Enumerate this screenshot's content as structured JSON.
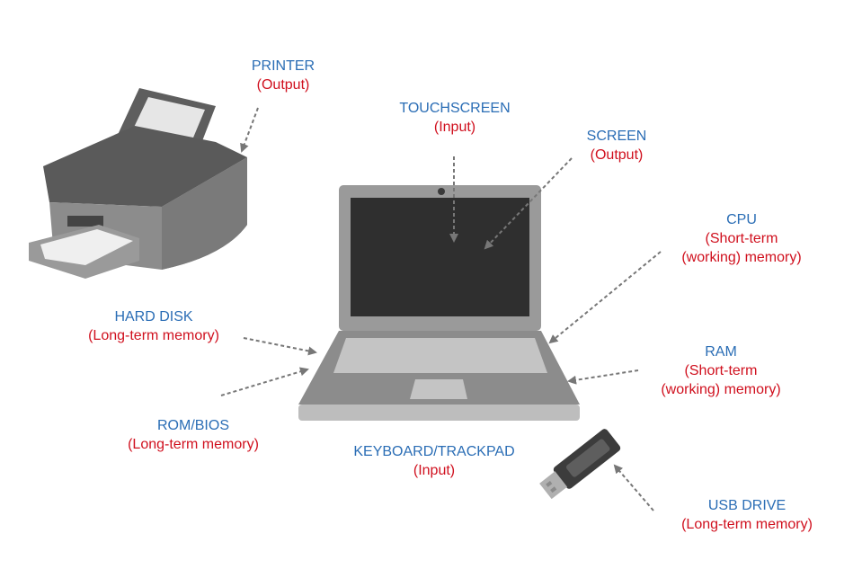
{
  "colors": {
    "title": "#2a6db5",
    "role": "#d0101e",
    "arrow": "#777777"
  },
  "labels": {
    "printer": {
      "title": "PRINTER",
      "role": "(Output)"
    },
    "touchscreen": {
      "title": "TOUCHSCREEN",
      "role": "(Input)"
    },
    "screen": {
      "title": "SCREEN",
      "role": "(Output)"
    },
    "cpu": {
      "title": "CPU",
      "role_line1": "(Short-term",
      "role_line2": "(working) memory)"
    },
    "hard_disk": {
      "title": "HARD DISK",
      "role": "(Long-term memory)"
    },
    "ram": {
      "title": "RAM",
      "role_line1": "(Short-term",
      "role_line2": "(working) memory)"
    },
    "rom_bios": {
      "title": "ROM/BIOS",
      "role": "(Long-term memory)"
    },
    "keyboard_trackpad": {
      "title": "KEYBOARD/TRACKPAD",
      "role": "(Input)"
    },
    "usb_drive": {
      "title": "USB DRIVE",
      "role": "(Long-term memory)"
    }
  }
}
